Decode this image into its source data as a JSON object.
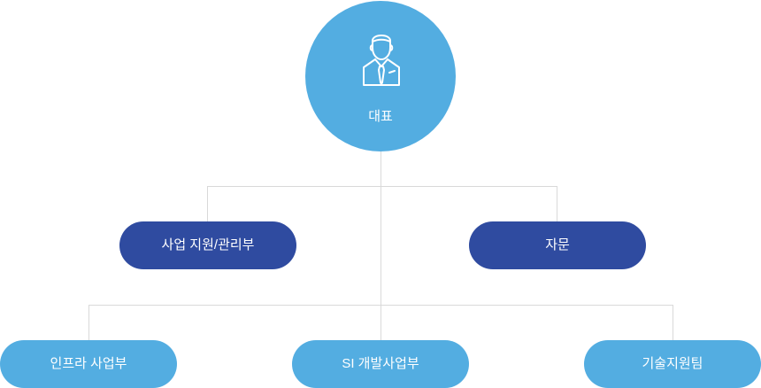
{
  "root": {
    "label": "대표",
    "icon": "businessman-icon"
  },
  "level1": [
    {
      "label": "사업 지원/관리부"
    },
    {
      "label": "자문"
    }
  ],
  "level2": [
    {
      "label": "인프라 사업부"
    },
    {
      "label": "SI 개발사업부"
    },
    {
      "label": "기술지원팀"
    }
  ],
  "colors": {
    "root_fill": "#53ade1",
    "level1_fill": "#2f4ba0",
    "level2_fill": "#53ade1",
    "connector": "#d9d9d9",
    "text": "#ffffff"
  }
}
